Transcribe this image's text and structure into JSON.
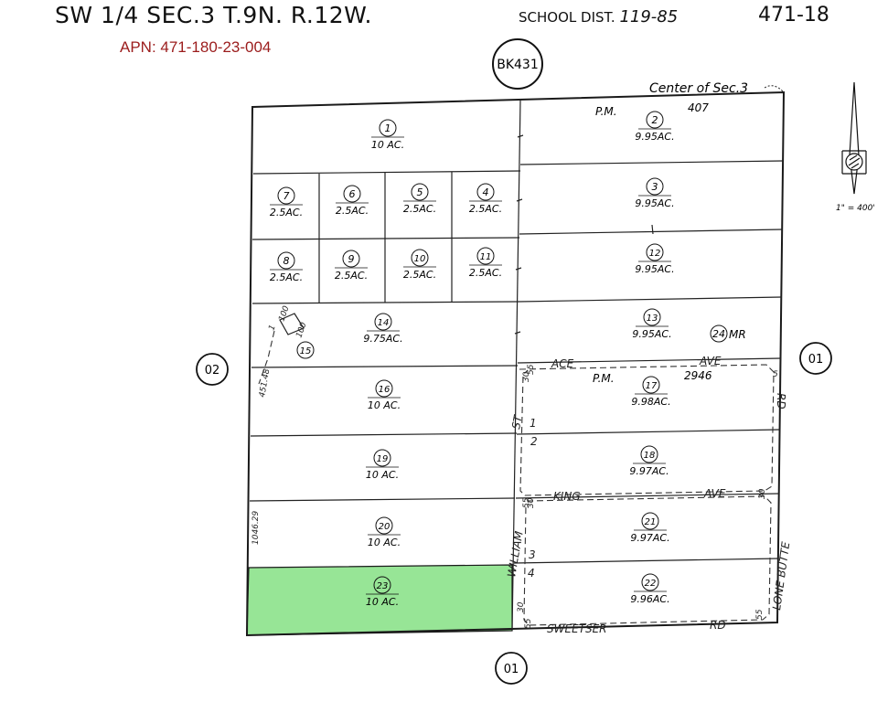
{
  "header": {
    "title": "SW 1/4 SEC.3 T.9N. R.12W.",
    "apn": "APN: 471-180-23-004",
    "school_label": "SCHOOL DIST.",
    "school_value": "119-85",
    "page_number": "471-18"
  },
  "book_ref": "BK431",
  "center_label": "Center of Sec.3",
  "pm_top": {
    "label": "P.M.",
    "number": "407"
  },
  "pm_mid": {
    "label": "P.M.",
    "number": "2946"
  },
  "scale": "1\" = 400'",
  "adjacent": {
    "left": "02",
    "right": "01",
    "bottom": "01"
  },
  "streets": {
    "ace_1": "ACE",
    "ace_2": "AVE",
    "king_1": "KING",
    "king_2": "AVE",
    "sweetser_1": "SWEETSER",
    "sweetser_2": "RD",
    "william": "WILLIAM",
    "st": "ST",
    "lone_butte": "LONE BUTTE",
    "rd": "RD"
  },
  "dims": {
    "d_100a": "100",
    "d_100b": "100",
    "d_1b": "1",
    "d_45148": "451.48",
    "d_104629": "1046.29",
    "d_30a": "30",
    "d_30b": "30",
    "d_30c": "30",
    "d_30d": "30",
    "d_55a": "55",
    "d_55b": "55",
    "d_55c": "55",
    "d_55d": "55",
    "d_5": "5"
  },
  "tract_nums": {
    "t1": "1",
    "t2": "2",
    "t3": "3",
    "t4": "4"
  },
  "parcels": [
    {
      "num": "1",
      "area": "10 AC."
    },
    {
      "num": "2",
      "area": "9.95AC."
    },
    {
      "num": "3",
      "area": "9.95AC."
    },
    {
      "num": "4",
      "area": "2.5AC."
    },
    {
      "num": "5",
      "area": "2.5AC."
    },
    {
      "num": "6",
      "area": "2.5AC."
    },
    {
      "num": "7",
      "area": "2.5AC."
    },
    {
      "num": "8",
      "area": "2.5AC."
    },
    {
      "num": "9",
      "area": "2.5AC."
    },
    {
      "num": "10",
      "area": "2.5AC."
    },
    {
      "num": "11",
      "area": "2.5AC."
    },
    {
      "num": "12",
      "area": "9.95AC."
    },
    {
      "num": "13",
      "area": "9.95AC."
    },
    {
      "num": "14",
      "area": "9.75AC."
    },
    {
      "num": "15",
      "area": ""
    },
    {
      "num": "16",
      "area": "10 AC."
    },
    {
      "num": "17",
      "area": "9.98AC."
    },
    {
      "num": "18",
      "area": "9.97AC."
    },
    {
      "num": "19",
      "area": "10 AC."
    },
    {
      "num": "20",
      "area": "10 AC."
    },
    {
      "num": "21",
      "area": "9.97AC."
    },
    {
      "num": "22",
      "area": "9.96AC."
    },
    {
      "num": "23",
      "area": "10 AC."
    }
  ],
  "parcel_24": {
    "num": "24",
    "suffix": "MR"
  },
  "colors": {
    "highlight": "#97e596",
    "apn": "#9b1c1c",
    "ink": "#1a1a1a"
  }
}
